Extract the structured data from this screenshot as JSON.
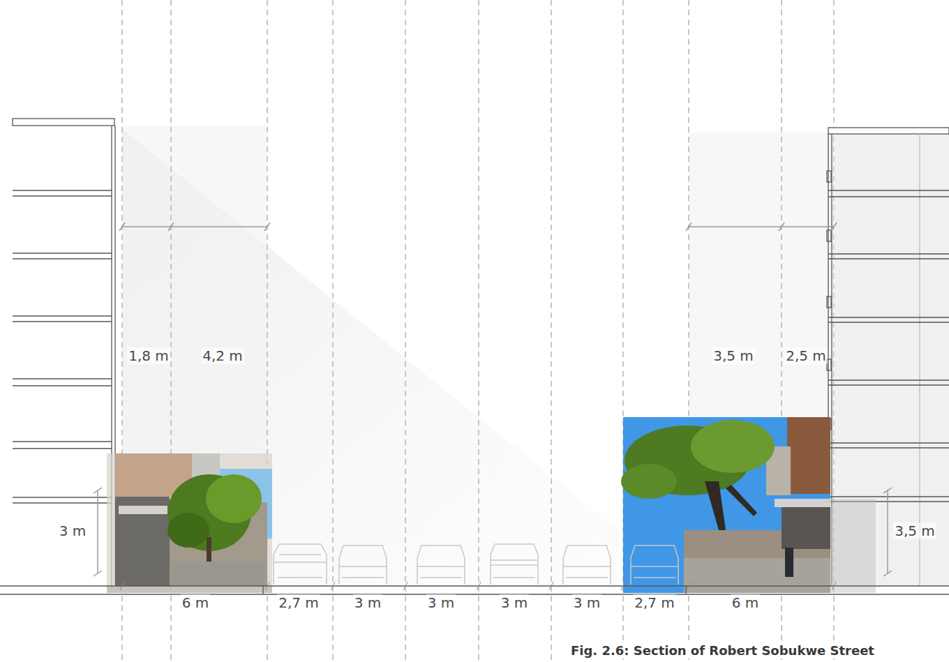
{
  "diagram": {
    "caption": "Fig. 2.6: Section of Robert Sobukwe Street",
    "labels": [
      "1,8 m",
      "4,2 m",
      "3,5 m",
      "2,5 m",
      "3 m",
      "3,5 m",
      "6 m",
      "2,7 m",
      "3 m",
      "3 m",
      "3 m",
      "3 m",
      "2,7 m",
      "6 m"
    ]
  }
}
